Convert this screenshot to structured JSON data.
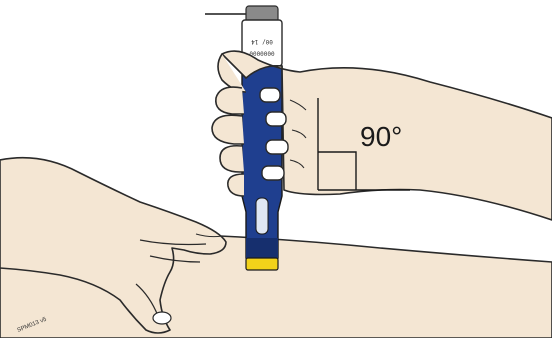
{
  "figure": {
    "angle_label": "90°",
    "pen_label_line1": "0000000",
    "pen_label_line2": "00/ 14",
    "figure_code": "SPM013 v5"
  },
  "colors": {
    "skin": "#f4e6d3",
    "pen_body": "#1f3f8f",
    "pen_body_dark": "#162f6e",
    "pen_cap": "#c9c9c9",
    "pen_button": "#8a8a8a",
    "needle_shield": "#f2d21a",
    "outline": "#2a2a2a",
    "window": "#dfe7f3"
  },
  "icons": [
    "pen-injector-icon",
    "holding-hand",
    "pinching-hand",
    "right-angle-marker",
    "skin-surface"
  ]
}
